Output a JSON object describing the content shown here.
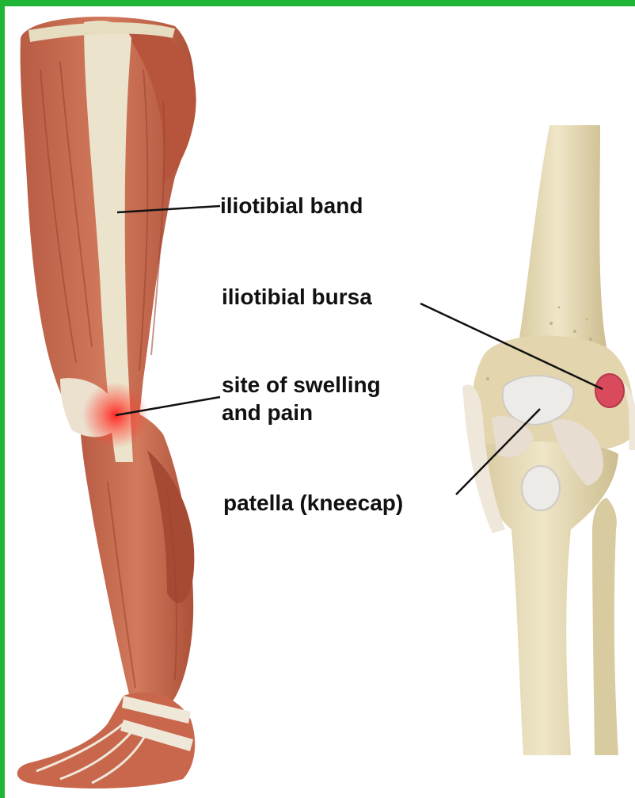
{
  "labels": {
    "iliotibial_band": "iliotibial band",
    "iliotibial_bursa": "iliotibial bursa",
    "swelling_line1": "site of swelling",
    "swelling_line2": "and pain",
    "patella": "patella (kneecap)"
  },
  "colors": {
    "frame": "#1fb535",
    "muscle": "#c9694f",
    "tendon": "#ece3cc",
    "bone": "#e4d8b4",
    "cartilage": "#ecebe8",
    "bursa": "#d84a5c",
    "pain_glow": "#ff1d1d",
    "leader_line": "#111111"
  },
  "icons": {
    "leg": "leg-muscles-illustration",
    "knee": "knee-bones-illustration"
  }
}
